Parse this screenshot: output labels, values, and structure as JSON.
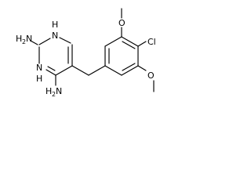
{
  "structure": {
    "background": "#ffffff",
    "bond_color": "#000000",
    "atoms": {
      "amine_top": {
        "element": "H",
        "subscript": "2",
        "suffix": "N"
      },
      "amine_bottom": {
        "element": "H",
        "subscript": "2",
        "suffix": "N"
      },
      "ring_n_upper": {
        "text": "N"
      },
      "ring_n_upper_h": {
        "text": "H"
      },
      "ring_n_lower": {
        "text": "N"
      },
      "ring_n_lower_h": {
        "text": "H"
      },
      "chloro": {
        "text": "Cl"
      },
      "oxygen_top": {
        "text": "O"
      },
      "oxygen_bottom": {
        "text": "O"
      }
    }
  }
}
